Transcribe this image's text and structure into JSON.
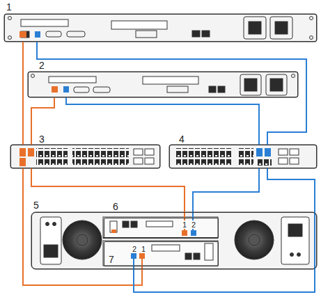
{
  "diagram": {
    "nodes": [
      {
        "text": [
          "1"
        ]
      },
      {
        "text": [
          "2"
        ]
      },
      {
        "text": [
          "3"
        ]
      },
      {
        "text": [
          "4"
        ]
      },
      {
        "text": [
          "5"
        ]
      },
      {
        "text": [
          "6",
          "1",
          "2"
        ],
        "in": 4
      },
      {
        "text": [
          "7",
          "2",
          "1"
        ],
        "in": 4
      }
    ],
    "edges": [
      {
        "from": 0,
        "to": 2,
        "arrow": "none"
      },
      {
        "from": 0,
        "to": 3,
        "arrow": "none"
      },
      {
        "from": 1,
        "to": 2,
        "arrow": "none"
      },
      {
        "from": 1,
        "to": 3,
        "arrow": "none"
      },
      {
        "from": 2,
        "to": 5,
        "arrow": "none"
      },
      {
        "from": 2,
        "to": 6,
        "arrow": "none"
      },
      {
        "from": 3,
        "to": 5,
        "arrow": "none"
      },
      {
        "from": 3,
        "to": 6,
        "arrow": "none"
      }
    ]
  }
}
